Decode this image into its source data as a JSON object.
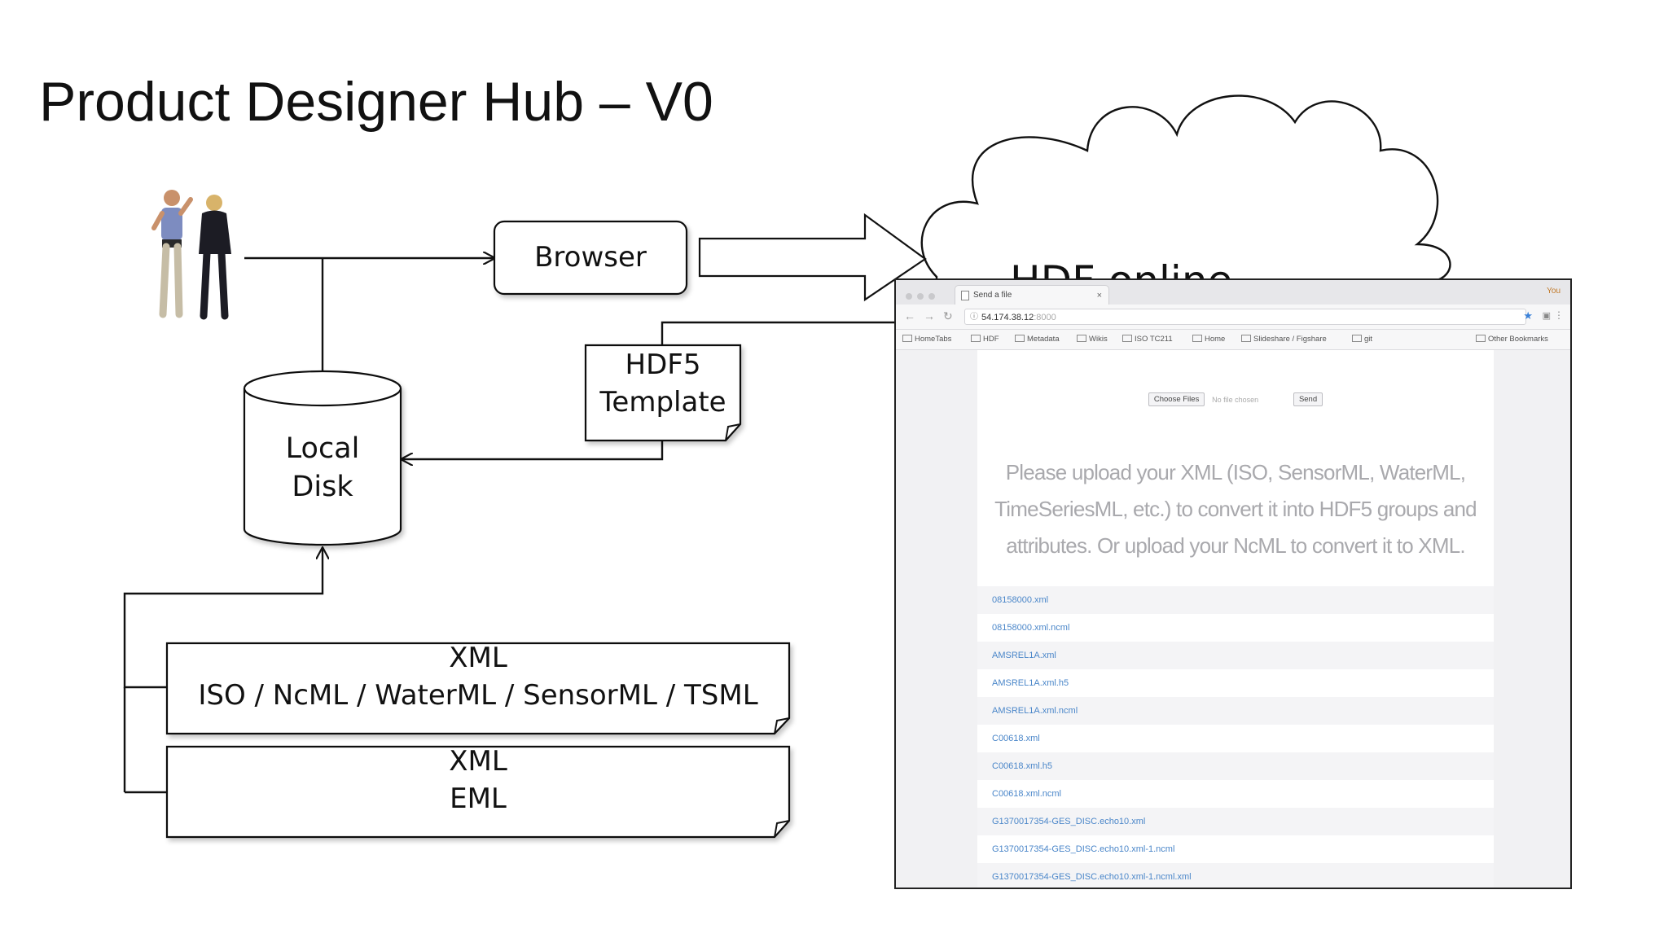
{
  "slide": {
    "title": "Product Designer Hub – V0"
  },
  "diagram": {
    "browser_label": "Browser",
    "template_label_line1": "HDF5",
    "template_label_line2": "Template",
    "disk_label_line1": "Local",
    "disk_label_line2": "Disk",
    "cloud_label": "HDF online",
    "xml_doc1_line1": "XML",
    "xml_doc1_line2": "ISO / NcML / WaterML / SensorML / TSML",
    "xml_doc2_line1": "XML",
    "xml_doc2_line2": "EML",
    "users_icon": "people-icon"
  },
  "browser": {
    "tab_title": "Send a file",
    "tab_close": "×",
    "profile": "You",
    "url_host": "54.174.38.12",
    "url_port": ":8000",
    "bookmarks": [
      "HomeTabs",
      "HDF",
      "Metadata",
      "Wikis",
      "ISO TC211",
      "Home",
      "Slideshare / Figshare",
      "git"
    ],
    "other_bookmarks": "Other Bookmarks",
    "choose_files": "Choose Files",
    "no_file": "No file chosen",
    "send": "Send",
    "upload_message": "Please upload your XML (ISO, SensorML, WaterML, TimeSeriesML, etc.) to convert it into HDF5 groups and attributes. Or upload your NcML to convert it to XML.",
    "files": [
      "08158000.xml",
      "08158000.xml.ncml",
      "AMSREL1A.xml",
      "AMSREL1A.xml.h5",
      "AMSREL1A.xml.ncml",
      "C00618.xml",
      "C00618.xml.h5",
      "C00618.xml.ncml",
      "G1370017354-GES_DISC.echo10.xml",
      "G1370017354-GES_DISC.echo10.xml-1.ncml",
      "G1370017354-GES_DISC.echo10.xml-1.ncml.xml"
    ]
  }
}
